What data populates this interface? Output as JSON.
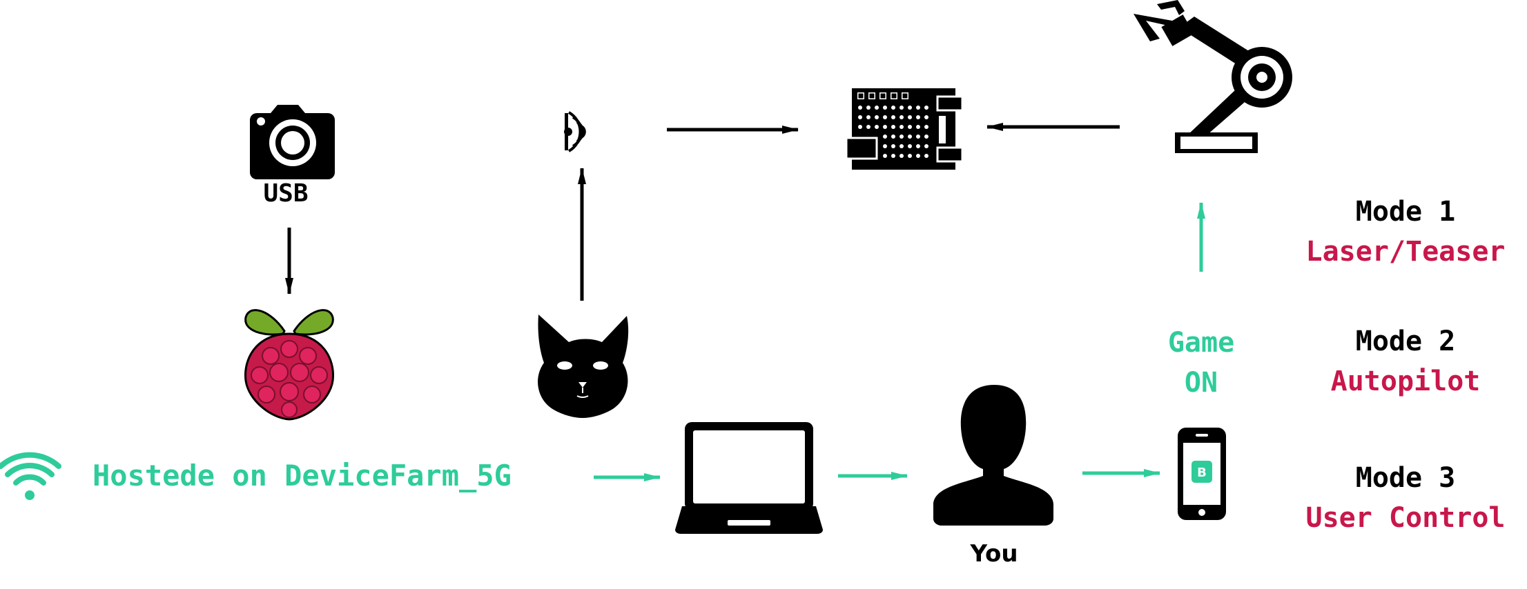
{
  "colors": {
    "ink": "#000000",
    "green": "#2ECC9A",
    "red": "#C8174B",
    "leaf": "#75A928",
    "berry": "#C51A4A"
  },
  "icons": {
    "camera": "camera-icon",
    "raspberry_pi": "raspberry-pi-icon",
    "sensor": "motion-sensor-icon",
    "cat": "cat-icon",
    "board": "microcontroller-board-icon",
    "robot_arm": "robot-arm-icon",
    "wifi": "wifi-icon",
    "laptop": "laptop-icon",
    "user": "user-icon",
    "phone": "smartphone-icon"
  },
  "labels": {
    "usb": "USB",
    "hosted": "Hostede on DeviceFarm_5G",
    "you": "You",
    "game_line1": "Game",
    "game_line2": "ON",
    "phone_app": "B"
  },
  "modes": [
    {
      "title": "Mode 1",
      "name": "Laser/Teaser"
    },
    {
      "title": "Mode 2",
      "name": "Autopilot"
    },
    {
      "title": "Mode 3",
      "name": "User Control"
    }
  ]
}
